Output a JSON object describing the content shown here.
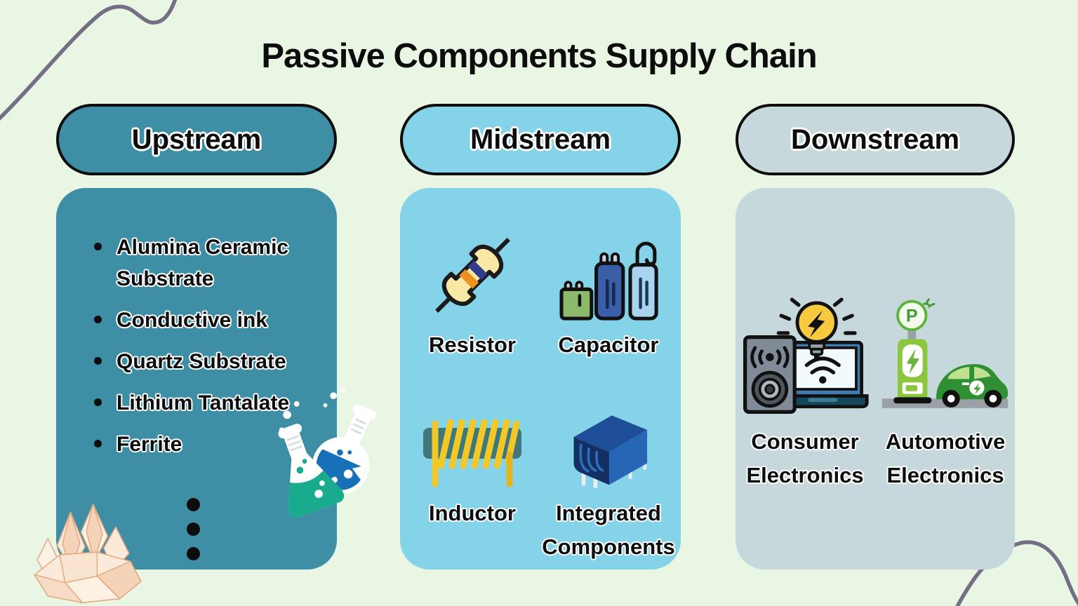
{
  "title": "Passive Components Supply Chain",
  "columns": {
    "upstream": {
      "label": "Upstream",
      "fill_color": "#3e8fa6",
      "items": [
        "Alumina Ceramic Substrate",
        "Conductive ink",
        "Quartz Substrate",
        "Lithium Tantalate",
        "Ferrite"
      ],
      "more_items_indicator": "vertical-ellipsis-dots",
      "decoration_icons": [
        "chemistry-flasks-sticker",
        "mineral-crystal-sticker"
      ]
    },
    "midstream": {
      "label": "Midstream",
      "fill_color": "#85d3e9",
      "items": [
        {
          "icon": "resistor-icon",
          "label": "Resistor"
        },
        {
          "icon": "capacitor-icon",
          "label": "Capacitor"
        },
        {
          "icon": "inductor-icon",
          "label": "Inductor"
        },
        {
          "icon": "integrated-components-icon",
          "label": "Integrated Components"
        }
      ]
    },
    "downstream": {
      "label": "Downstream",
      "fill_color": "#c7d8dd",
      "items": [
        {
          "icon": "consumer-electronics-icon",
          "label": "Consumer Electronics"
        },
        {
          "icon": "automotive-electronics-icon",
          "label": "Automotive Electronics"
        }
      ]
    }
  },
  "icons": {
    "ev_parking_letter": "P"
  },
  "colors": {
    "background": "#e9f6e4",
    "squiggle_line": "#756f86",
    "text": "#0d0d0d",
    "text_outline": "#ffffff"
  }
}
